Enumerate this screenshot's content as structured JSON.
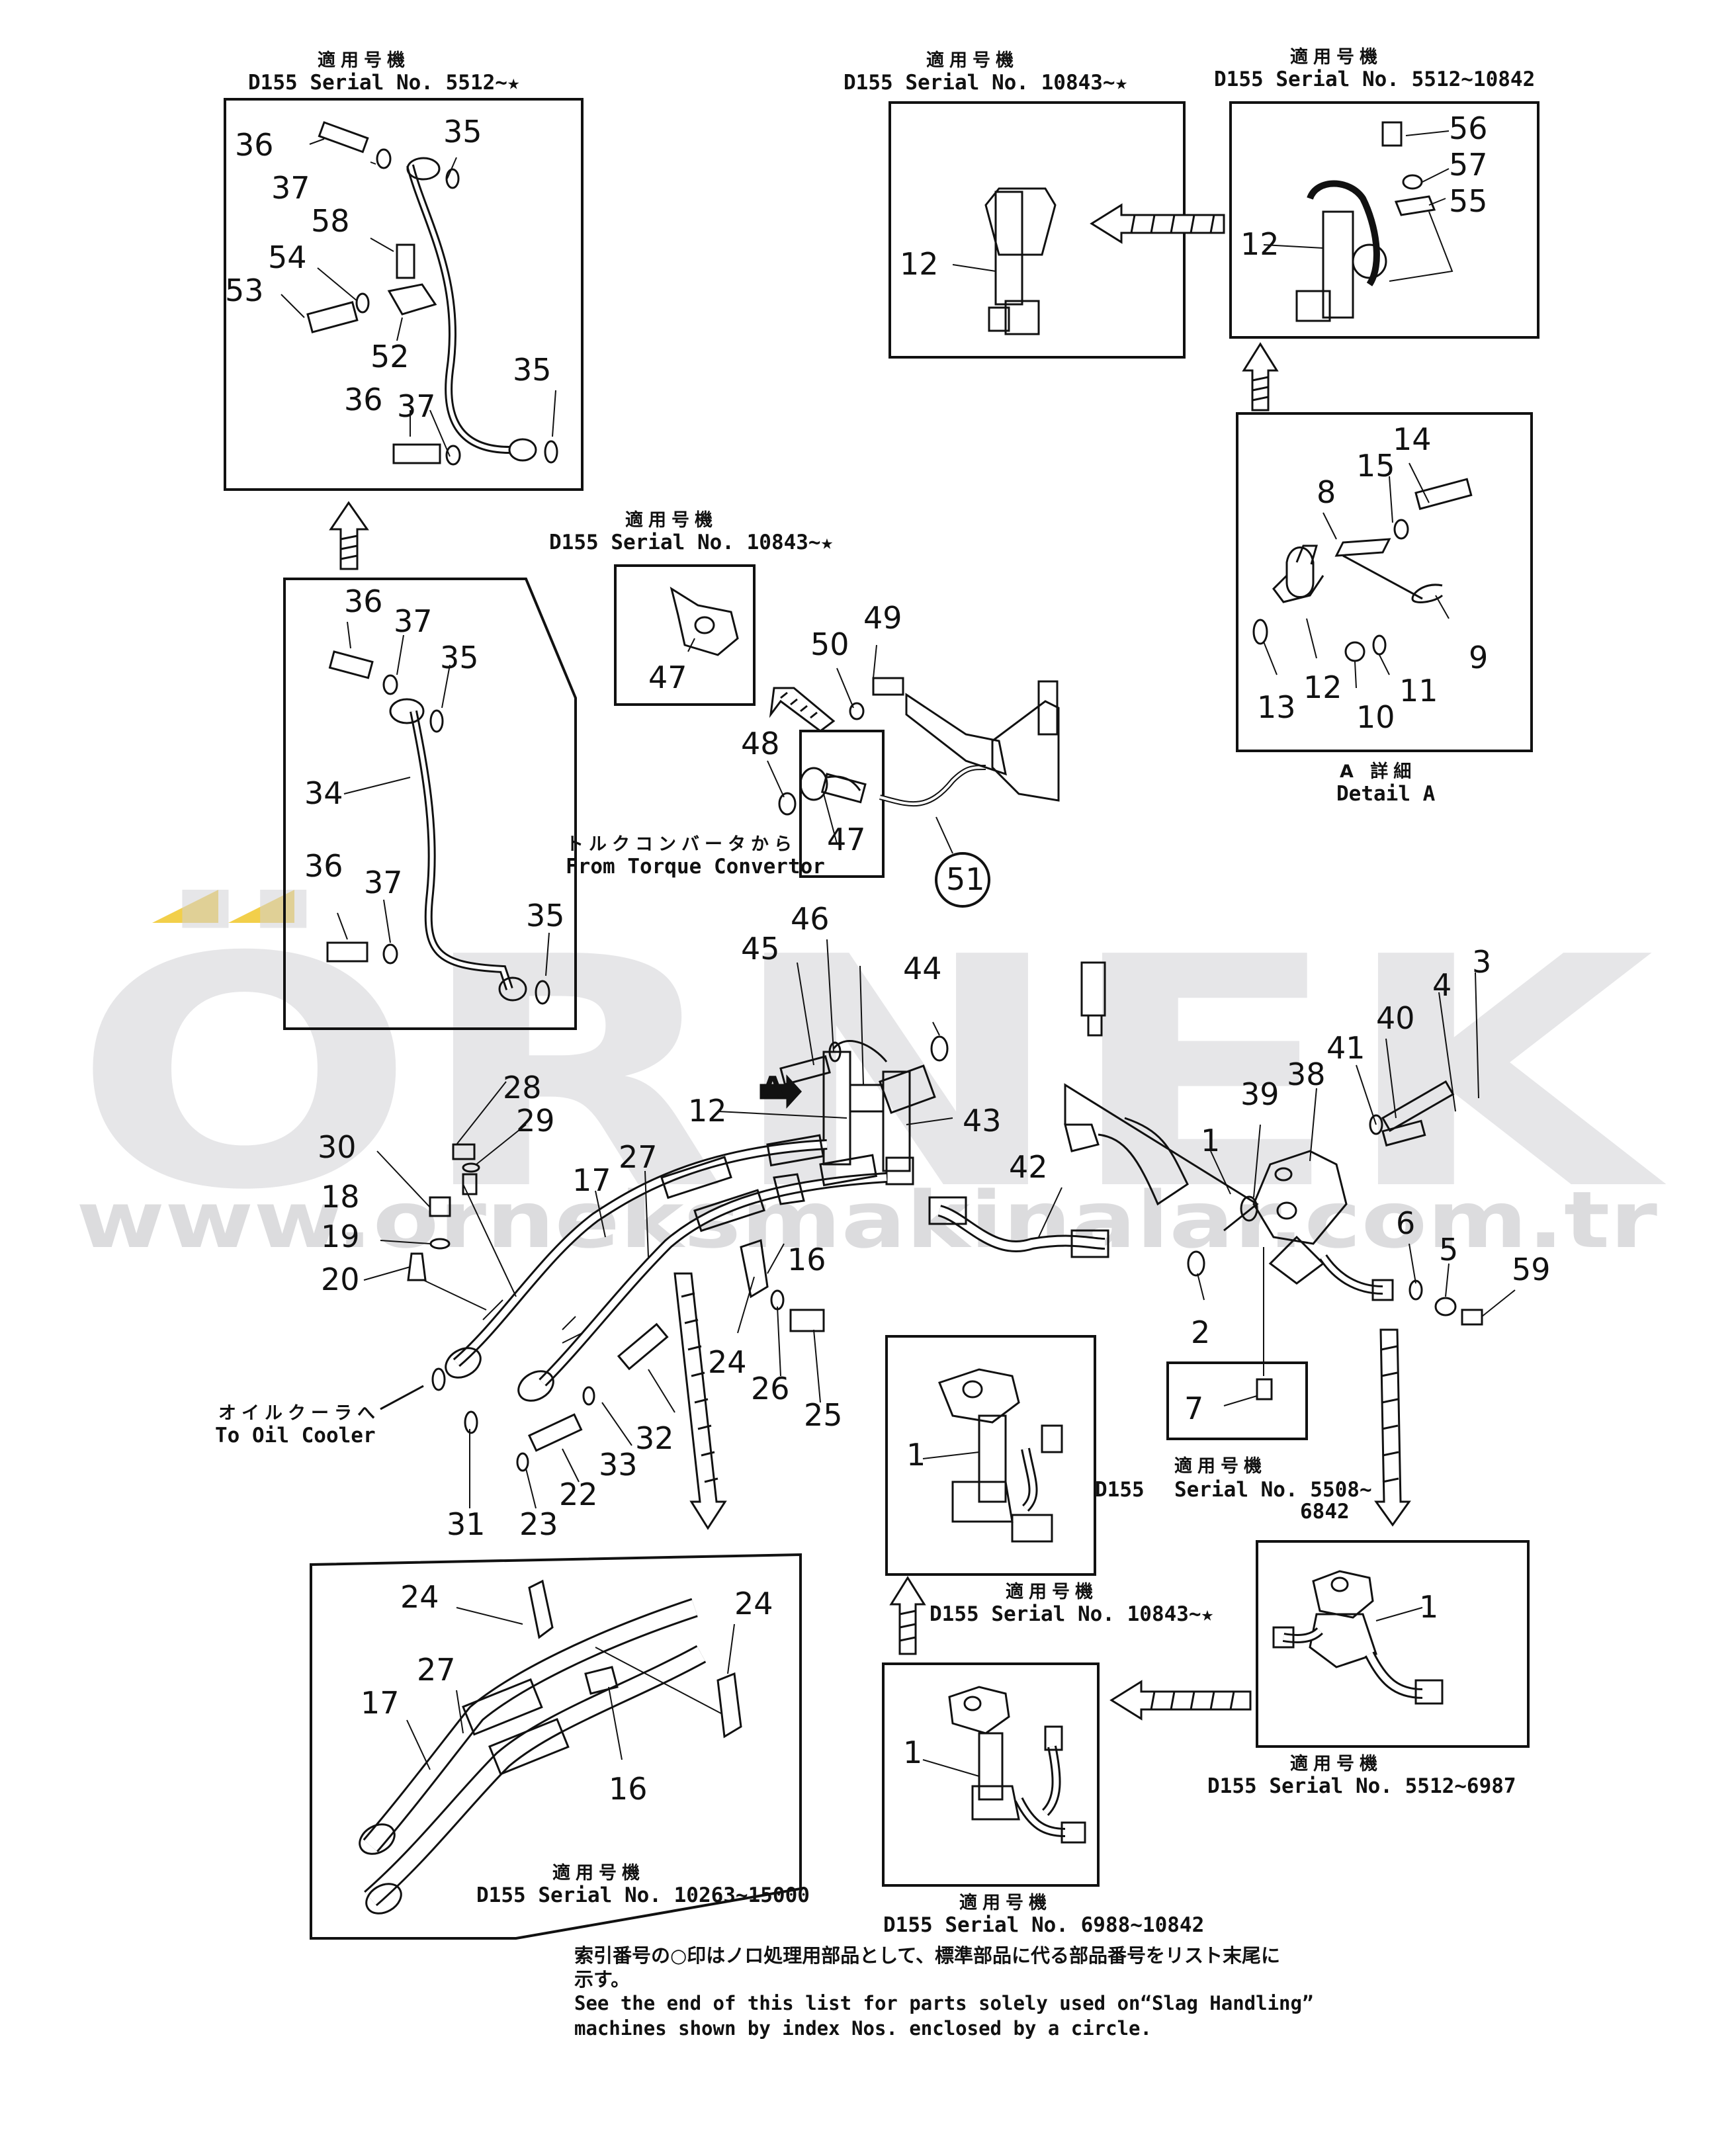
{
  "watermark": {
    "logo": "ÖRNEK",
    "url": "www.orneksmakinalar.com.tr",
    "color": "#c9c9cc",
    "accent": "#f2cf4a"
  },
  "serial_captions": [
    {
      "ja": "適用号機",
      "en": "D155  Serial  No.  5512~★"
    },
    {
      "ja": "適用号機",
      "en": "D155  Serial  No.  10843~★"
    },
    {
      "ja": "適用号機",
      "en": "D155  Serial  No.  5512~10842"
    },
    {
      "ja": "適用号機",
      "en": "D155  Serial  No.  10843~★"
    },
    {
      "ja": "適用号機",
      "en": "D155  Serial  No.  10843~★"
    },
    {
      "ja": "適用号機",
      "en": "D155  Serial  No.  10263~15000"
    },
    {
      "ja": "適用号機",
      "en": "D155  Serial  No.  5512~6987"
    },
    {
      "ja": "適用号機",
      "en": "D155  Serial  No.  6988~10842"
    },
    {
      "ja": "適用号機",
      "en": "D155",
      "en2": "Serial  No.  5508~",
      "en3": "6842"
    }
  ],
  "annotations": {
    "detail_ja": "A 詳細",
    "detail_en": "Detail  A",
    "torque_ja": "トルクコンバータから",
    "torque_en": "From  Torque  Convertor",
    "cooler_ja": "オイルクーラへ",
    "cooler_en": "To  Oil  Cooler",
    "arrow_a": "A"
  },
  "parts": {
    "p36a": "36",
    "p37a": "37",
    "p35a": "35",
    "p58": "58",
    "p54": "54",
    "p53": "53",
    "p52": "52",
    "p35b": "35",
    "p36b": "36",
    "p37b": "37",
    "q12": "12",
    "r56": "56",
    "r57": "57",
    "r55": "55",
    "r12": "12",
    "d14": "14",
    "d15": "15",
    "d8": "8",
    "d9": "9",
    "d13": "13",
    "d12": "12",
    "d10": "10",
    "d11": "11",
    "e47": "47",
    "m36": "36",
    "m37": "37",
    "m35": "35",
    "m34": "34",
    "m36b": "36",
    "m37b": "37",
    "m35b": "35",
    "t49": "49",
    "t50": "50",
    "t48": "48",
    "t47": "47",
    "t51": "51",
    "c46": "46",
    "c45": "45",
    "c44": "44",
    "c12": "12",
    "c43": "43",
    "c42": "42",
    "c28": "28",
    "c29": "29",
    "c30": "30",
    "c27": "27",
    "c17": "17",
    "c18": "18",
    "c19": "19",
    "c20": "20",
    "c16": "16",
    "c24": "24",
    "c26": "26",
    "c25": "25",
    "c32": "32",
    "c33": "33",
    "c22": "22",
    "c31": "31",
    "c23": "23",
    "k3": "3",
    "k4": "4",
    "k40": "40",
    "k41": "41",
    "k38": "38",
    "k39": "39",
    "k1": "1",
    "k6": "6",
    "k5": "5",
    "k59": "59",
    "k2": "2",
    "k7": "7",
    "b24": "24",
    "b24b": "24",
    "b27": "27",
    "b17": "17",
    "b16": "16",
    "s1a": "1",
    "s1b": "1",
    "s1c": "1"
  },
  "footnote": {
    "ja1": "索引番号の○印はノロ処理用部品として、標準部品に代る部品番号をリスト末尾に",
    "ja2": "示す。",
    "en1": "See  the  end  of  this  list  for  parts  solely  used  on“Slag  Handling”",
    "en2": "machines  shown  by  index  Nos.  enclosed  by  a  circle."
  }
}
